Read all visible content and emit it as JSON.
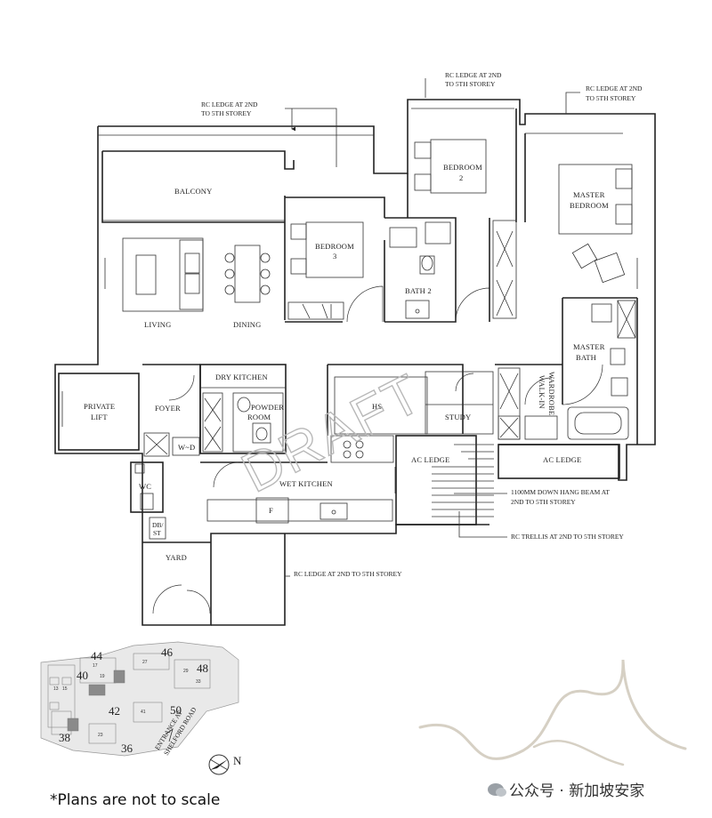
{
  "rooms": {
    "balcony": "BALCONY",
    "living": "LIVING",
    "dining": "DINING",
    "bedroom3": [
      "BEDROOM",
      "3"
    ],
    "bedroom2": [
      "BEDROOM",
      "2"
    ],
    "master_bedroom": [
      "MASTER",
      "BEDROOM"
    ],
    "bath2": "BATH 2",
    "master_bath": [
      "MASTER",
      "BATH"
    ],
    "walkin_wardrobe": [
      "WALK-IN",
      "WARDROBE"
    ],
    "private_lift": [
      "PRIVATE",
      "LIFT"
    ],
    "foyer": "FOYER",
    "dry_kitchen": "DRY KITCHEN",
    "powder_room": [
      "POWDER",
      "ROOM"
    ],
    "hs": "HS",
    "study": "STUDY",
    "wd": "W~D",
    "wc": "WC",
    "db_st": [
      "DB/",
      "ST"
    ],
    "yard": "YARD",
    "wet_kitchen": "WET KITCHEN",
    "ac_ledge_left": "AC LEDGE",
    "ac_ledge_right": "AC LEDGE",
    "fridge": "F"
  },
  "annotations": {
    "rc_ledge_left": [
      "RC LEDGE AT 2ND",
      "TO 5TH STOREY"
    ],
    "rc_ledge_top": [
      "RC LEDGE AT 2ND",
      "TO 5TH STOREY"
    ],
    "rc_ledge_right": [
      "RC LEDGE AT 2ND",
      "TO 5TH STOREY"
    ],
    "down_hang_beam": [
      "1100MM DOWN HANG BEAM AT",
      "2ND TO 5TH STOREY"
    ],
    "rc_trellis": "RC TRELLIS AT 2ND TO 5TH STOREY",
    "rc_ledge_bottom": "RC LEDGE AT 2ND TO 5TH STOREY"
  },
  "watermark": "DRAFT",
  "site_plan": {
    "blocks": [
      "44",
      "46",
      "48",
      "40",
      "42",
      "50",
      "38",
      "36"
    ],
    "entrance": [
      "ENTRANCE AT",
      "SHELFORD ROAD"
    ],
    "north": "N"
  },
  "footnote": "*Plans are not to scale",
  "wechat_caption": "公众号 · 新加坡安家",
  "colors": {
    "line": "#222222",
    "watermark": "#b8b8b8",
    "site_fill": "#e9e9e9",
    "logo": "#d6d0c4"
  }
}
